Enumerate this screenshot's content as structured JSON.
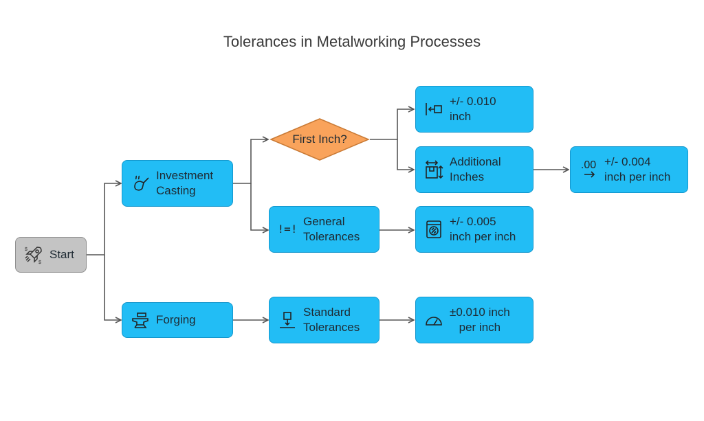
{
  "title": "Tolerances in Metalworking Processes",
  "nodes": {
    "start": "Start",
    "investment_casting": [
      "Investment",
      "Casting"
    ],
    "forging": "Forging",
    "first_inch": "First Inch?",
    "general_tolerances": [
      "General",
      "Tolerances"
    ],
    "standard_tolerances": [
      "Standard",
      "Tolerances"
    ],
    "first_inch_value": [
      "+/- 0.010",
      "inch"
    ],
    "additional_inches": [
      "Additional",
      "Inches"
    ],
    "additional_value": [
      "+/- 0.004",
      "inch per inch"
    ],
    "general_value": [
      "+/- 0.005",
      "inch per inch"
    ],
    "forging_value": [
      "±0.010 inch",
      "per inch"
    ]
  },
  "icons": {
    "start": "rocket-icon",
    "investment_casting": "ladle-icon",
    "forging": "anvil-icon",
    "general_tolerances": "not-equal-icon",
    "standard_tolerances": "measure-mark-icon",
    "first_inch_value": "width-arrow-icon",
    "additional_inches": "dimension-box-icon",
    "additional_value": "decimal-arrow-icon",
    "general_value": "gauge-dial-icon",
    "forging_value": "speedometer-icon",
    "general_symbol": "!=!",
    "decimal_symbol": ".00"
  },
  "colors": {
    "node": "#22bdf5",
    "node_border": "#1396cc",
    "start": "#c4c4c4",
    "decision": "#f9a35b",
    "edge": "#555555"
  }
}
